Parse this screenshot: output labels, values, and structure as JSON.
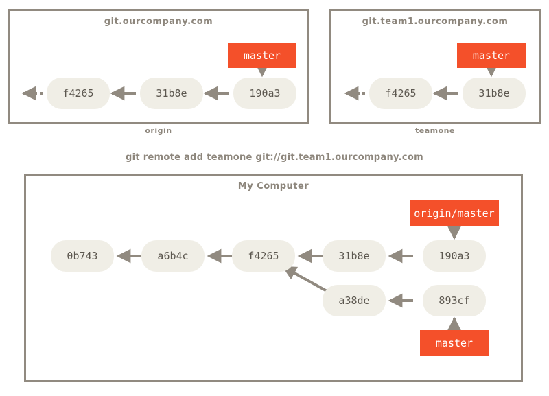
{
  "diagram": {
    "title": "Git remote repositories diagram",
    "colors": {
      "ref_label": "#f4502a",
      "commit_node": "#f0eee6",
      "commit_text": "#5c574f",
      "box_border": "#918a80",
      "caption_text": "#8d867c",
      "arrow": "#918a80",
      "background": "#ffffff"
    }
  },
  "repos": [
    {
      "id": "origin",
      "title": "git.ourcompany.com",
      "caption": "origin",
      "commits": [
        "f4265",
        "31b8e",
        "190a3"
      ],
      "refs": [
        {
          "label": "master",
          "points_to": "190a3"
        }
      ],
      "has_truncation_arrow": true
    },
    {
      "id": "teamone",
      "title": "git.team1.ourcompany.com",
      "caption": "teamone",
      "commits": [
        "f4265",
        "31b8e"
      ],
      "refs": [
        {
          "label": "master",
          "points_to": "31b8e"
        }
      ],
      "has_truncation_arrow": true
    },
    {
      "id": "local",
      "title": "My Computer",
      "caption": "",
      "commits_main_row": [
        "0b743",
        "a6b4c",
        "f4265",
        "31b8e",
        "190a3"
      ],
      "commits_branch_row": [
        "a38de",
        "893cf"
      ],
      "refs": [
        {
          "label": "origin/master",
          "points_to": "190a3"
        },
        {
          "label": "master",
          "points_to": "893cf"
        }
      ],
      "has_truncation_arrow": false
    }
  ],
  "command": "git remote add teamone git://git.team1.ourcompany.com",
  "nodes": {
    "origin_c1": "f4265",
    "origin_c2": "31b8e",
    "origin_c3": "190a3",
    "origin_ref": "master",
    "teamone_c1": "f4265",
    "teamone_c2": "31b8e",
    "teamone_ref": "master",
    "local_c1": "0b743",
    "local_c2": "a6b4c",
    "local_c3": "f4265",
    "local_c4": "31b8e",
    "local_c5": "190a3",
    "local_b1": "a38de",
    "local_b2": "893cf",
    "local_ref_origin_master": "origin/master",
    "local_ref_master": "master"
  },
  "titles": {
    "origin": "git.ourcompany.com",
    "teamone": "git.team1.ourcompany.com",
    "local": "My Computer"
  },
  "captions": {
    "origin": "origin",
    "teamone": "teamone"
  }
}
